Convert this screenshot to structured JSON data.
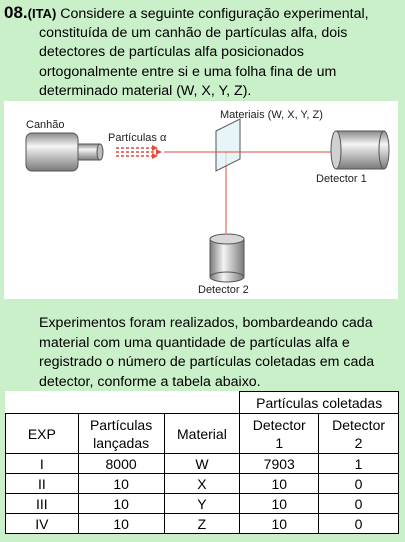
{
  "question": {
    "number": "08.",
    "source": "(ITA)",
    "lines": [
      "Considere a seguinte configuração experimental,",
      "constituída de um canhão de partículas alfa, dois",
      "detectores de partículas alfa posicionados",
      "ortogonalmente entre si e uma folha fina de um",
      "determinado material (W, X, Y, Z)."
    ]
  },
  "figure": {
    "cannon_label": "Canhão",
    "particles_label": "Partículas α",
    "materials_label": "Materiais (W, X, Y, Z)",
    "detector1_label": "Detector 1",
    "detector2_label": "Detector 2"
  },
  "paragraph": {
    "lines": [
      "Experimentos foram realizados, bombardeando cada",
      "material com uma quantidade de partículas alfa e",
      "registrado o número de partículas coletadas em cada",
      "detector, conforme a tabela abaixo."
    ]
  },
  "table": {
    "group_header": "Partículas coletadas",
    "headers": {
      "exp": "EXP",
      "launched_1": "Partículas",
      "launched_2": "lançadas",
      "material": "Material",
      "det1_a": "Detector",
      "det1_b": "1",
      "det2_a": "Detector",
      "det2_b": "2"
    },
    "rows": [
      [
        "I",
        "8000",
        "W",
        "7903",
        "1"
      ],
      [
        "II",
        "10",
        "X",
        "10",
        "0"
      ],
      [
        "III",
        "10",
        "Y",
        "10",
        "0"
      ],
      [
        "IV",
        "10",
        "Z",
        "10",
        "0"
      ]
    ]
  }
}
